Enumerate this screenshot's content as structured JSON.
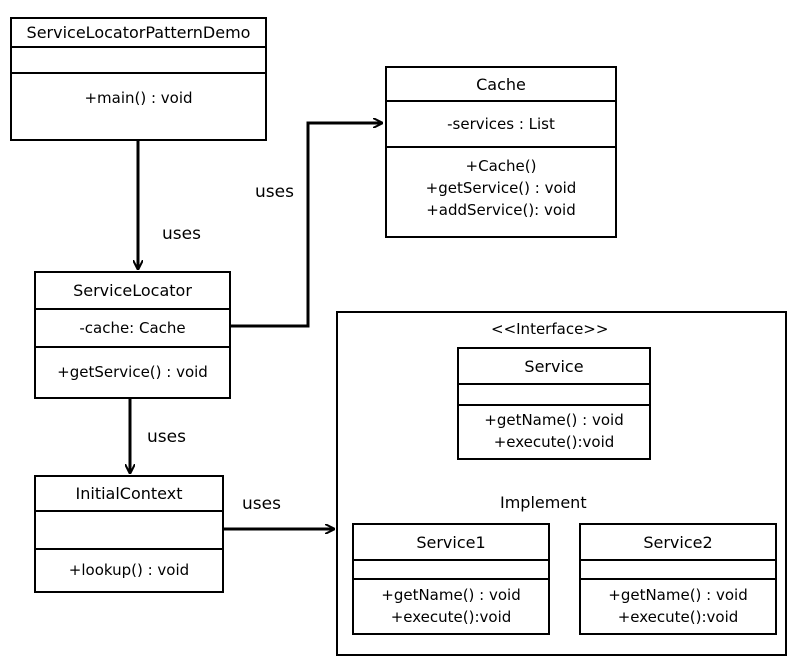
{
  "classes": {
    "demo": {
      "name": "ServiceLocatorPatternDemo",
      "attributes": [],
      "methods": [
        "+main()  : void"
      ]
    },
    "cache": {
      "name": "Cache",
      "attributes": [
        "-services  : List"
      ],
      "methods": [
        "+Cache()",
        "+getService()  : void",
        "+addService():  void"
      ]
    },
    "locator": {
      "name": "ServiceLocator",
      "attributes": [
        "-cache: Cache"
      ],
      "methods": [
        "+getService()  : void"
      ]
    },
    "context": {
      "name": "InitialContext",
      "attributes": [],
      "methods": [
        "+lookup()  : void"
      ]
    },
    "service": {
      "stereotype": "<<Interface>>",
      "name": "Service",
      "attributes": [],
      "methods": [
        "+getName()  : void",
        "+execute():void"
      ]
    },
    "service1": {
      "name": "Service1",
      "attributes": [],
      "methods": [
        "+getName()  : void",
        "+execute():void"
      ]
    },
    "service2": {
      "name": "Service2",
      "attributes": [],
      "methods": [
        "+getName()  : void",
        "+execute():void"
      ]
    }
  },
  "relations": {
    "demo_locator": "uses",
    "locator_cache": "uses",
    "locator_context": "uses",
    "context_services": "uses",
    "implement": "Implement"
  }
}
